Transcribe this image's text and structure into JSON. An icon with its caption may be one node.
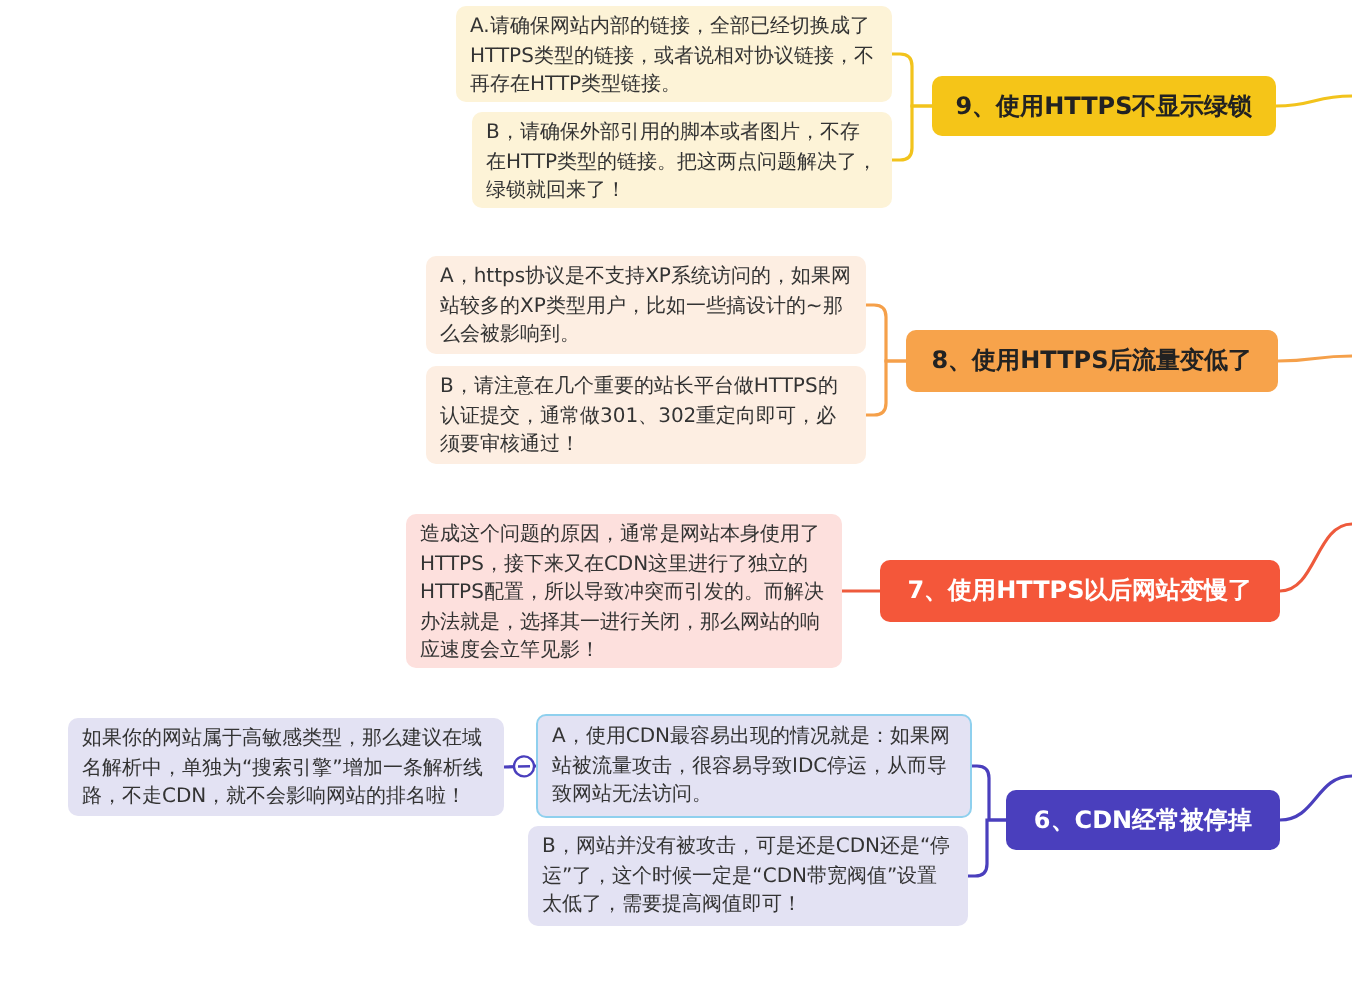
{
  "diagram": {
    "nodes": [
      {
        "text": [
          "A.请确保网站内部的链接，全部已经切换成了HTTPS类型的链接，或者说相对协议链接，不再存在HTTP类型链接。"
        ]
      },
      {
        "text": [
          "B，请确保外部引用的脚本或者图片，不存在HTTP类型的链接。把这两点问题解决了，绿锁就回来了！"
        ]
      },
      {
        "text": [
          "9、使用HTTPS不显示绿锁"
        ]
      },
      {
        "text": [
          "A，https协议是不支持XP系统访问的，如果网站较多的XP类型用户，比如一些搞设计的~那么会被影响到。"
        ]
      },
      {
        "text": [
          "B，请注意在几个重要的站长平台做HTTPS的认证提交，通常做301、302重定向即可，必须要审核通过！"
        ]
      },
      {
        "text": [
          "8、使用HTTPS后流量变低了"
        ]
      },
      {
        "text": [
          "造成这个问题的原因，通常是网站本身使用了HTTPS，接下来又在CDN这里进行了独立的HTTPS配置，所以导致冲突而引发的。而解决办法就是，选择其一进行关闭，那么网站的响应速度会立竿见影！"
        ]
      },
      {
        "text": [
          "7、使用HTTPS以后网站变慢了"
        ]
      },
      {
        "text": [
          "如果你的网站属于高敏感类型，那么建议在域名解析中，单独为“搜索引擎”增加一条解析线路，不走CDN，就不会影响网站的排名啦！"
        ]
      },
      {
        "text": [
          "A，使用CDN最容易出现的情况就是：如果网站被流量攻击，很容易导致IDC停运，从而导致网站无法访问。"
        ]
      },
      {
        "text": [
          "B，网站并没有被攻击，可是还是CDN还是“停运”了，这个时候一定是“CDN带宽阀值”设置太低了，需要提高阀值即可！"
        ]
      },
      {
        "text": [
          "6、CDN经常被停掉"
        ]
      }
    ],
    "edges": [
      {
        "from": null,
        "to": 2,
        "arrow": "none",
        "color": "#f2c31c"
      },
      {
        "from": 2,
        "to": 0,
        "arrow": "none",
        "color": "#f2c31c"
      },
      {
        "from": 2,
        "to": 1,
        "arrow": "none",
        "color": "#f2c31c"
      },
      {
        "from": null,
        "to": 5,
        "arrow": "none",
        "color": "#f5a04a"
      },
      {
        "from": 5,
        "to": 3,
        "arrow": "none",
        "color": "#f5a04a"
      },
      {
        "from": 5,
        "to": 4,
        "arrow": "none",
        "color": "#f5a04a"
      },
      {
        "from": null,
        "to": 7,
        "arrow": "none",
        "color": "#ee5a3c"
      },
      {
        "from": 7,
        "to": 6,
        "arrow": "none",
        "color": "#ee5a3c"
      },
      {
        "from": null,
        "to": 11,
        "arrow": "none"
      },
      {
        "from": 11,
        "to": 9,
        "arrow": "none"
      },
      {
        "from": 11,
        "to": 10,
        "arrow": "none"
      },
      {
        "from": 9,
        "to": 8,
        "arrow": "other"
      }
    ]
  }
}
